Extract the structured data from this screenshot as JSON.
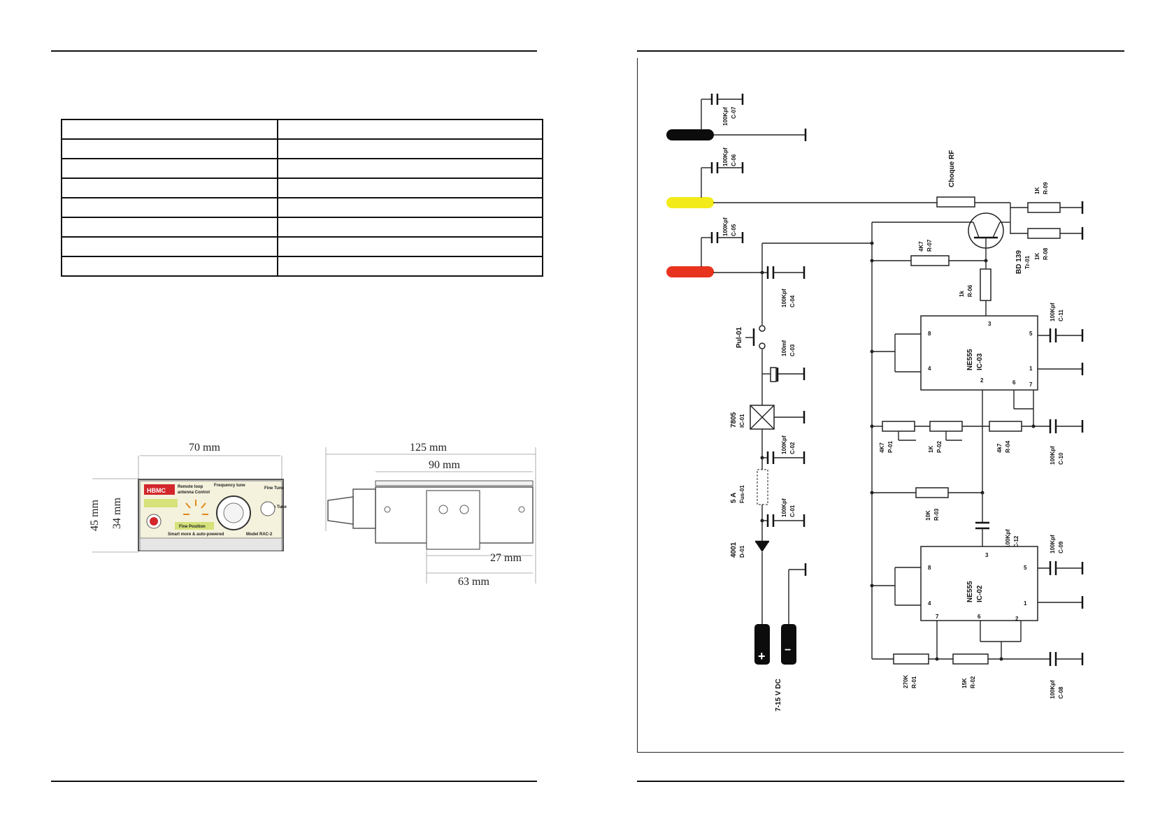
{
  "spec_table": {
    "rows": [
      [
        "",
        ""
      ],
      [
        "",
        ""
      ],
      [
        "",
        ""
      ],
      [
        "",
        ""
      ],
      [
        "",
        ""
      ],
      [
        "",
        ""
      ],
      [
        "",
        ""
      ],
      [
        "",
        ""
      ]
    ]
  },
  "device_front": {
    "width_label": "70 mm",
    "height_outer_label": "45 mm",
    "height_inner_label": "34 mm",
    "logo": "HBMC",
    "panel_lines": [
      "Remote loop",
      "antenna Control"
    ],
    "freq_label": "Frequency tune",
    "fine_label": "Fine Tune",
    "coarse_label": "Coarse Tune",
    "fine_position_label": "Fine Position",
    "footer_text": "Smart more & auto-powered",
    "model_text": "Model RAC-2"
  },
  "device_side": {
    "length_label": "125 mm",
    "body_label": "90 mm",
    "height_label": "27 mm",
    "bracket_label": "63 mm"
  },
  "schematic": {
    "caps": {
      "c07": [
        "100Kpf",
        "C-07"
      ],
      "c06": [
        "100Kpf",
        "C-06"
      ],
      "c05": [
        "100Kpf",
        "C-05"
      ],
      "c04": [
        "100Kpf",
        "C-04"
      ],
      "c03": [
        "100mf",
        "C-03"
      ],
      "c02": [
        "100Kpf",
        "C-02"
      ],
      "c01": [
        "100Kpf",
        "C-01"
      ],
      "c10": [
        "100Kpf",
        "C-10"
      ],
      "c11": [
        "100Kpf",
        "C-11"
      ],
      "c12": [
        "100Kpf",
        "C-12"
      ],
      "c09": [
        "100Kpf",
        "C-09"
      ],
      "c08": [
        "100Kpf",
        "C-08"
      ]
    },
    "choke": "Choque RF",
    "r09": [
      "1K",
      "R-09"
    ],
    "r08": [
      "1K",
      "R-08"
    ],
    "r07": [
      "4K7",
      "R-07"
    ],
    "r06": [
      "1k",
      "R-06"
    ],
    "r04": [
      "4k7",
      "R-04"
    ],
    "r03": [
      "10K",
      "R-03"
    ],
    "r01": [
      "270K",
      "R-01"
    ],
    "r02": [
      "15K",
      "R-02"
    ],
    "p01": [
      "4K7",
      "P-01"
    ],
    "p02": [
      "1K",
      "P-02"
    ],
    "transistor": [
      "BD 139",
      "Tr-01"
    ],
    "ic03": [
      "NE555",
      "IC-03"
    ],
    "ic02": [
      "NE555",
      "IC-02"
    ],
    "ic01": [
      "7805",
      "IC-01"
    ],
    "pul": "Pul-01",
    "fuse": [
      "5 A",
      "Fus-01"
    ],
    "diode": [
      "4001",
      "D-01"
    ],
    "supply": "7-15 V DC",
    "plus": "+",
    "minus": "−",
    "ic_pins": [
      "8",
      "3",
      "5",
      "4",
      "2",
      "6",
      "7",
      "1"
    ]
  }
}
